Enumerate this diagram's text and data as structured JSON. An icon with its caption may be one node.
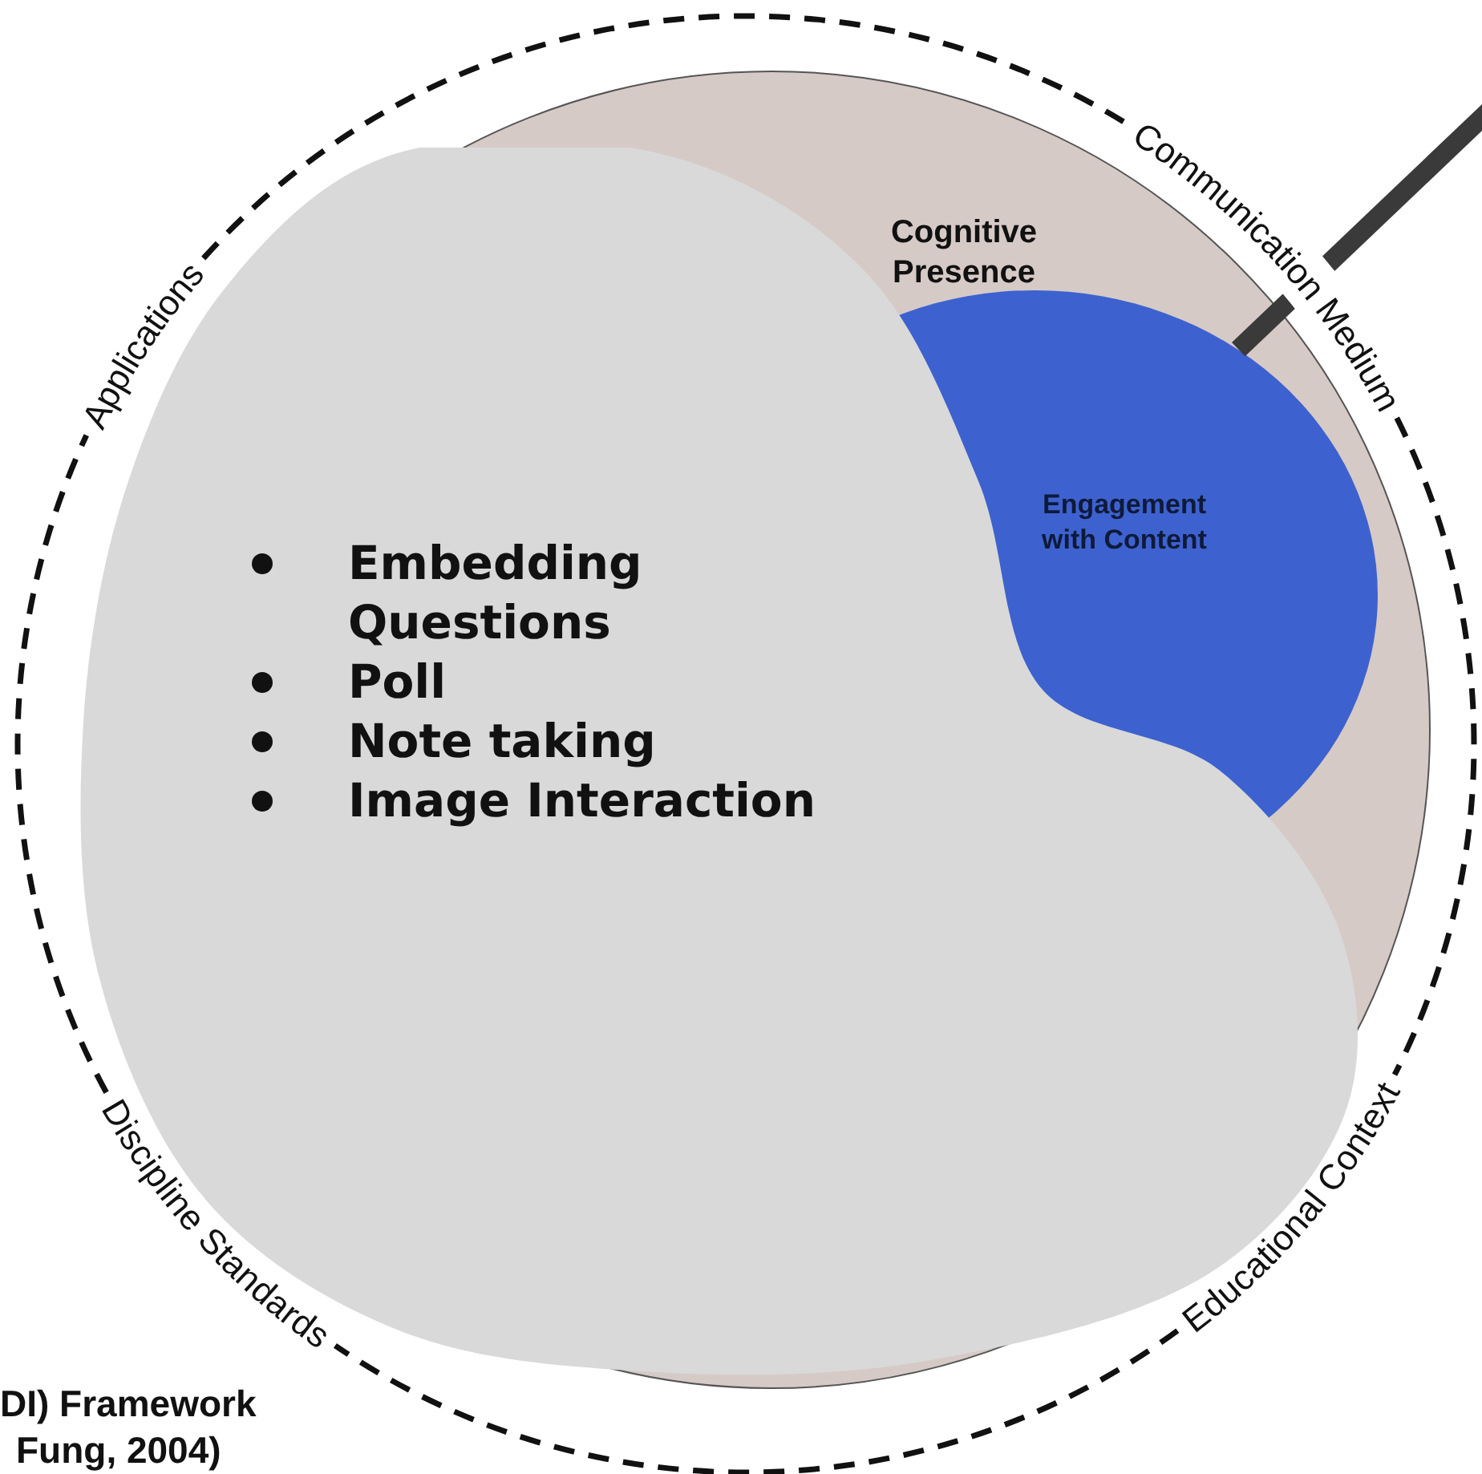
{
  "diagram": {
    "nodes": [
      {
        "text": [
          "Cognitive Presence"
        ]
      },
      {
        "text": [
          "Engagement with Content"
        ],
        "in": 0
      },
      {
        "text": [
          "Embedding Questions",
          "Poll",
          "Note taking",
          "Image Interaction"
        ]
      }
    ],
    "edges": [
      {
        "from": null,
        "to": 1,
        "arrow": "none"
      }
    ],
    "labels": [
      "Applications",
      "Communication Medium",
      "Discipline Standards",
      "Educational Context",
      "DI) Framework",
      "Fung, 2004)"
    ]
  }
}
